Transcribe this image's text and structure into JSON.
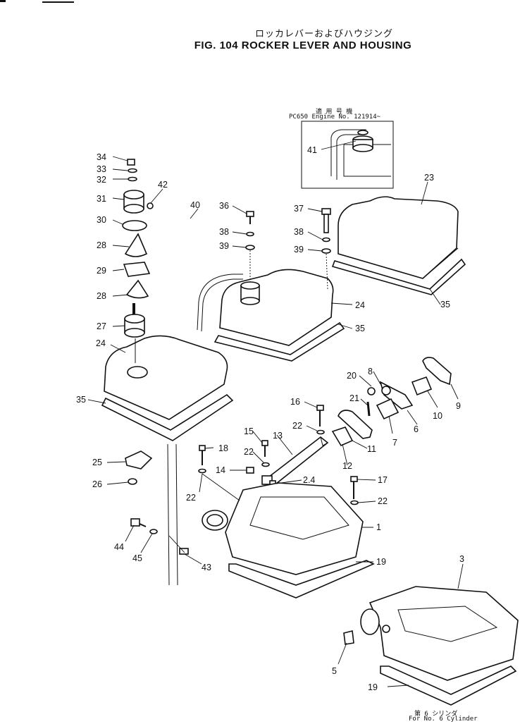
{
  "header": {
    "title_jp": "ロッカレバーおよびハウジング",
    "title_en": "FIG. 104  ROCKER LEVER AND HOUSING"
  },
  "inset": {
    "note_jp": "適 用 号 機",
    "note_en": "PC650  Engine  No. 121914~"
  },
  "footnote": {
    "jp": "第 6 シリンダ",
    "en": "For  No. 6  Cylinder"
  },
  "callouts": [
    "34",
    "33",
    "32",
    "42",
    "31",
    "40",
    "30",
    "28",
    "29",
    "28",
    "27",
    "24",
    "35",
    "25",
    "26",
    "36",
    "38",
    "39",
    "37",
    "38",
    "39",
    "23",
    "41",
    "24",
    "35",
    "35",
    "20",
    "8",
    "21",
    "16",
    "22",
    "15",
    "13",
    "22",
    "18",
    "14",
    "2.4",
    "22",
    "12",
    "11",
    "7",
    "6",
    "10",
    "9",
    "17",
    "22",
    "1",
    "44",
    "45",
    "43",
    "19",
    "3",
    "5",
    "19"
  ]
}
